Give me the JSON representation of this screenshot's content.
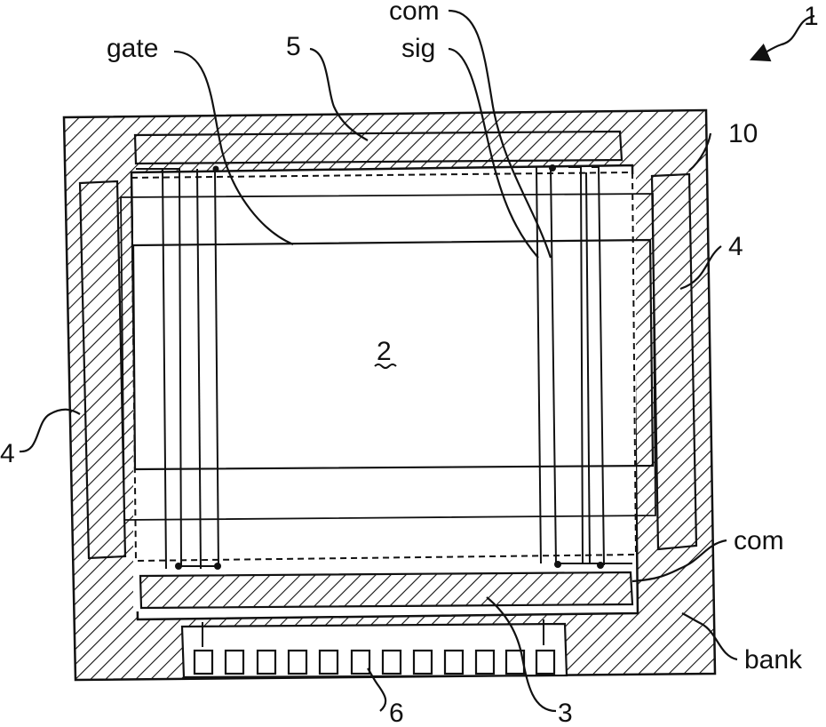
{
  "labels": {
    "device": "1",
    "region_2": "2",
    "com_top": "com",
    "sig": "sig",
    "gate": "gate",
    "five": "5",
    "ten": "10",
    "four_right": "4",
    "four_left": "4",
    "com_bottom": "com",
    "bank": "bank",
    "six": "6",
    "three": "3"
  },
  "colors": {
    "line": "#111111",
    "background": "#ffffff"
  }
}
